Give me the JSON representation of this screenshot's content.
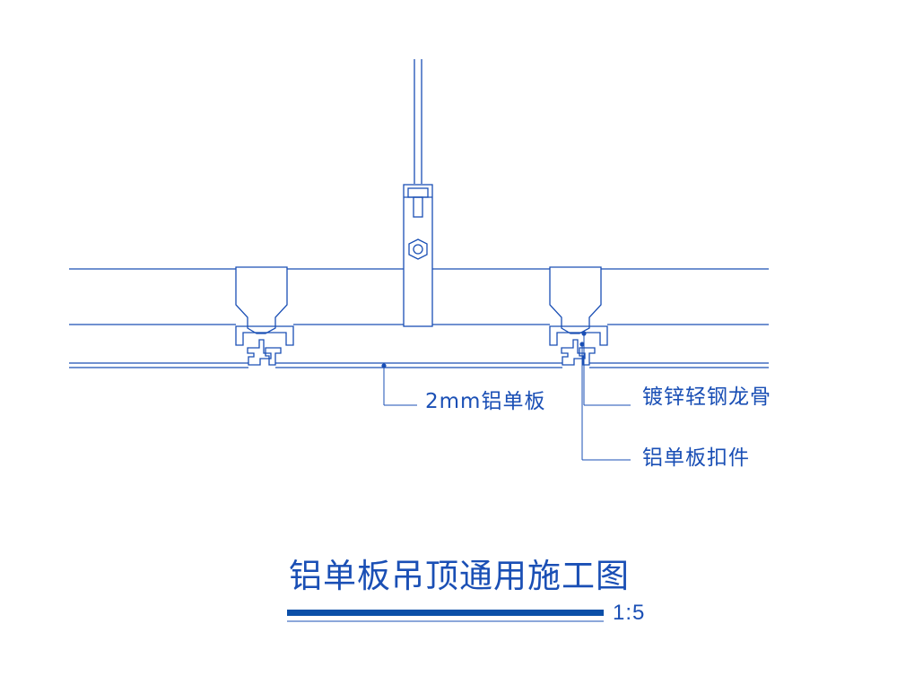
{
  "drawing": {
    "title": "铝单板吊顶通用施工图",
    "scale": "1:5",
    "callouts": {
      "panel": "2mm铝单板",
      "keel": "镀锌轻钢龙骨",
      "clip": "铝单板扣件"
    },
    "colors": {
      "line": "#1a4fb5",
      "title_bar": "#0b4fa8",
      "background": "#ffffff"
    }
  }
}
